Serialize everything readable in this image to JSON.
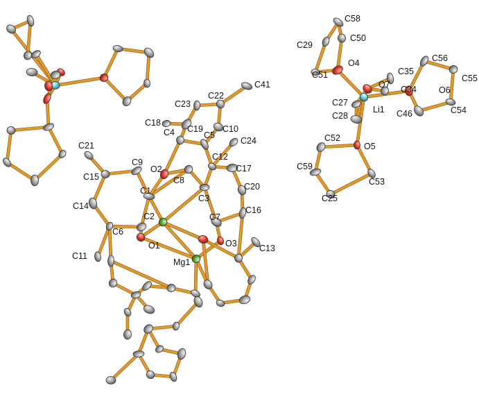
{
  "colors": {
    "bond": "#e39a2b",
    "carbon": "#9a9a9a",
    "oxygen": "#e23b2e",
    "magnesium": "#5ca93a",
    "lithium": "#5fc8d8"
  },
  "labels": {
    "C58": "C58",
    "C50": "C50",
    "C29": "C29",
    "O4": "O4",
    "C56": "C56",
    "C51": "C51",
    "O7": "O7",
    "C35": "C35",
    "C55": "C55",
    "C34": "C34",
    "O6": "O6",
    "C41": "C41",
    "C27": "C27",
    "Li1": "Li1",
    "C23": "C23",
    "C22": "C22",
    "C46": "C46",
    "C54": "C54",
    "C28": "C28",
    "C18": "C18",
    "C19": "C19",
    "C10": "C10",
    "C4": "C4",
    "C5": "C5",
    "C24": "C24",
    "C21": "C21",
    "C52": "C52",
    "O5": "O5",
    "O2": "O2",
    "C9": "C9",
    "C12": "C12",
    "C17": "C17",
    "C15": "C15",
    "C8": "C8",
    "C1": "C1",
    "C3": "C3",
    "C59": "C59",
    "C53": "C53",
    "C20": "C20",
    "C14": "C14",
    "C25": "C25",
    "C16": "C16",
    "C2": "C2",
    "C7": "C7",
    "C6": "C6",
    "O1": "O1",
    "O3": "O3",
    "C13": "C13",
    "C11": "C11",
    "Mg1": "Mg1"
  }
}
